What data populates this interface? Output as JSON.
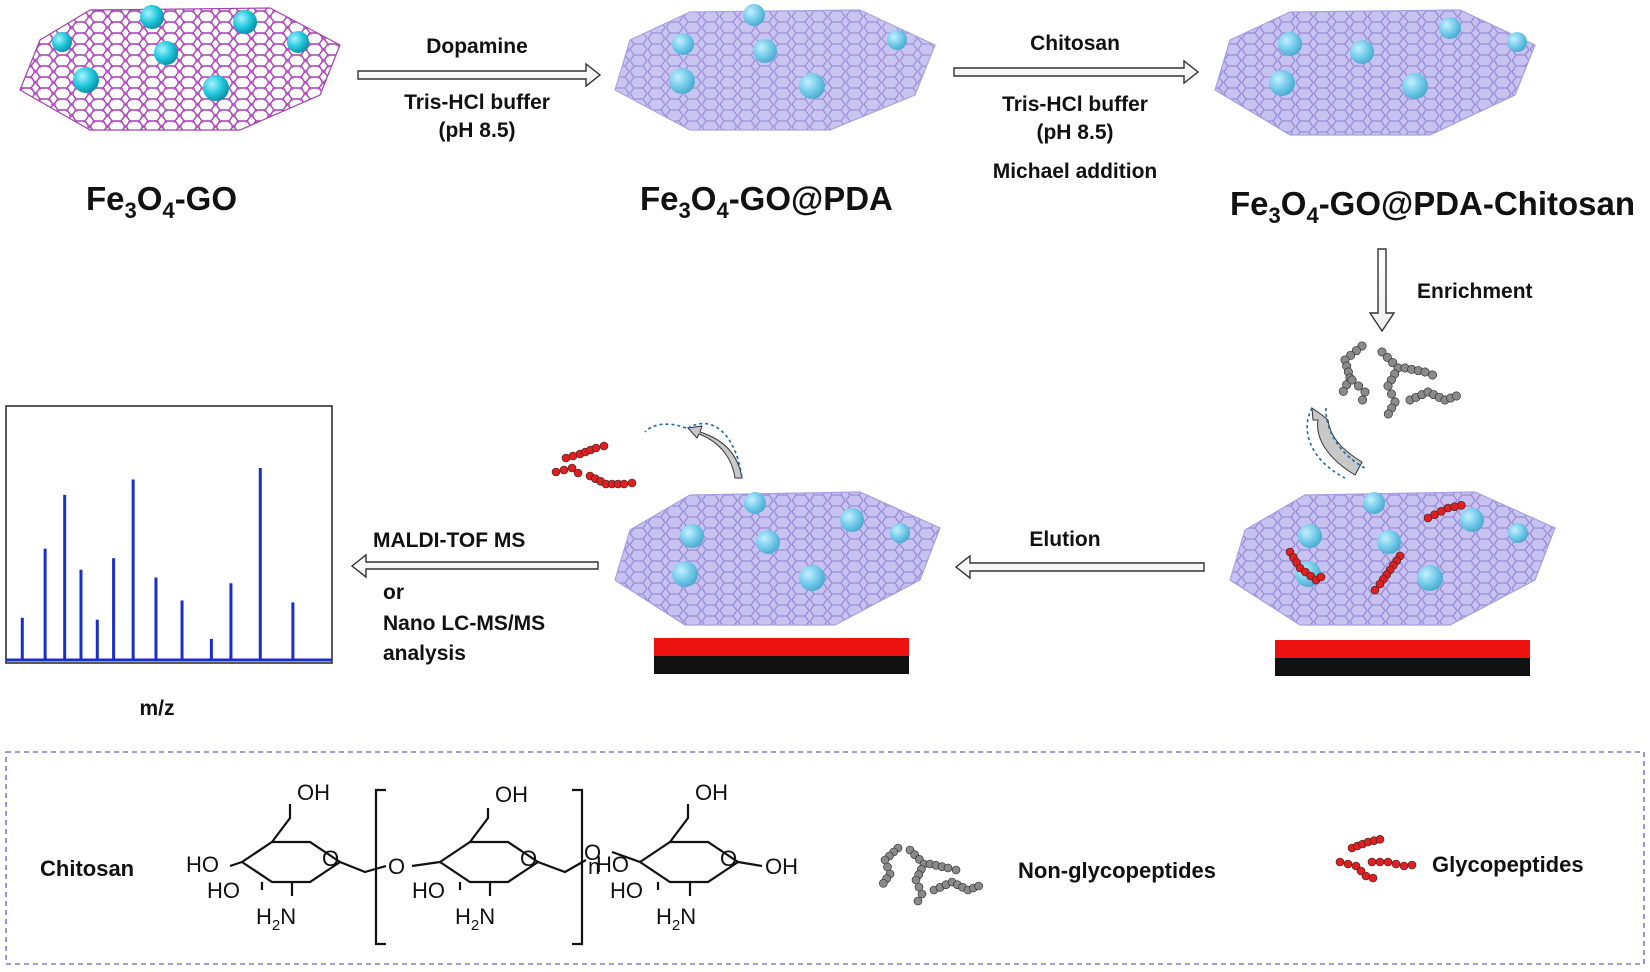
{
  "materials": {
    "fe3o4_go": {
      "base": "Fe",
      "sub1": "3",
      "mid": "O",
      "sub2": "4",
      "tail": "-GO"
    },
    "fe3o4_go_pda": {
      "base": "Fe",
      "sub1": "3",
      "mid": "O",
      "sub2": "4",
      "tail": "-GO@PDA"
    },
    "fe3o4_go_pda_chitosan": {
      "base": "Fe",
      "sub1": "3",
      "mid": "O",
      "sub2": "4",
      "tail": "-GO@PDA-Chitosan"
    }
  },
  "steps": {
    "step1": {
      "reagent": "Dopamine",
      "condition1": "Tris-HCl buffer",
      "condition2": "(pH 8.5)"
    },
    "step2": {
      "reagent": "Chitosan",
      "condition1": "Tris-HCl buffer",
      "condition2": "(pH 8.5)",
      "condition3": "Michael addition"
    },
    "enrichment": "Enrichment",
    "elution": "Elution",
    "analysis": {
      "line1": "MALDI-TOF MS",
      "line2": "or",
      "line3": "Nano LC-MS/MS",
      "line4": "analysis"
    }
  },
  "spectrum": {
    "xlabel": "m/z",
    "peaks": [
      {
        "pos": 0.05,
        "height": 0.22
      },
      {
        "pos": 0.12,
        "height": 0.58
      },
      {
        "pos": 0.18,
        "height": 0.86
      },
      {
        "pos": 0.23,
        "height": 0.47
      },
      {
        "pos": 0.28,
        "height": 0.21
      },
      {
        "pos": 0.33,
        "height": 0.53
      },
      {
        "pos": 0.39,
        "height": 0.94
      },
      {
        "pos": 0.46,
        "height": 0.43
      },
      {
        "pos": 0.54,
        "height": 0.31
      },
      {
        "pos": 0.63,
        "height": 0.11
      },
      {
        "pos": 0.69,
        "height": 0.4
      },
      {
        "pos": 0.78,
        "height": 1.0
      },
      {
        "pos": 0.88,
        "height": 0.3
      }
    ]
  },
  "legend": {
    "chitosan_label": "Chitosan",
    "non_glycopeptides": "Non-glycopeptides",
    "glycopeptides": "Glycopeptides",
    "structure": {
      "oh": "OH",
      "ho": "HO",
      "o": "O",
      "h2n_h": "H",
      "h2n_sub": "2",
      "h2n_n": "N",
      "n": "n"
    }
  },
  "colors": {
    "nanoparticle": "#22ccdd",
    "graphene": "#a040b0",
    "pda_sheet": "#b8b0ea",
    "glycopeptide": "#e02020",
    "non_glycopeptide": "#444444",
    "spectrum": "#1a2ecc",
    "legend_border": "#8878cc"
  }
}
